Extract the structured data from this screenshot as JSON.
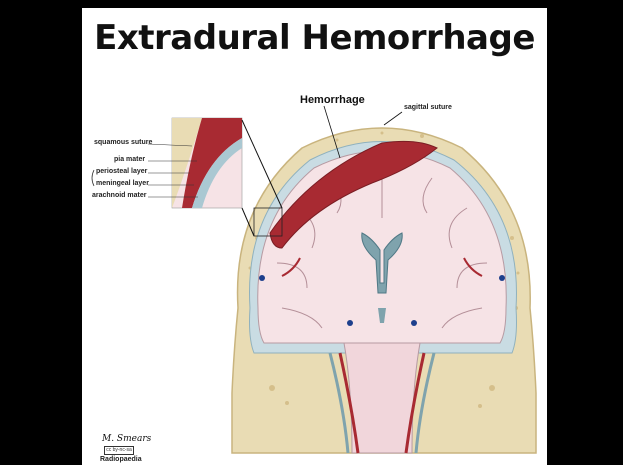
{
  "title": "Extradural Hemorrhage",
  "labels": {
    "hemorrhage": "Hemorrhage",
    "sagittal_suture": "sagittal suture",
    "squamous_suture": "squamous suture",
    "pia_mater": "pia mater",
    "periosteal_layer": "periosteal layer",
    "meningeal_layer": "meningeal layer",
    "arachnoid_mater": "arachnoid mater"
  },
  "credits": {
    "signature": "M. Smears",
    "license": "cc by-nc-sa",
    "brand": "Radiopaedia"
  },
  "colors": {
    "bone": "#e9dcb4",
    "brain": "#f6e3e6",
    "hemorrhage": "#a82a32",
    "dura": "#aac8d2",
    "vessel_blue": "#1d3f8c"
  }
}
